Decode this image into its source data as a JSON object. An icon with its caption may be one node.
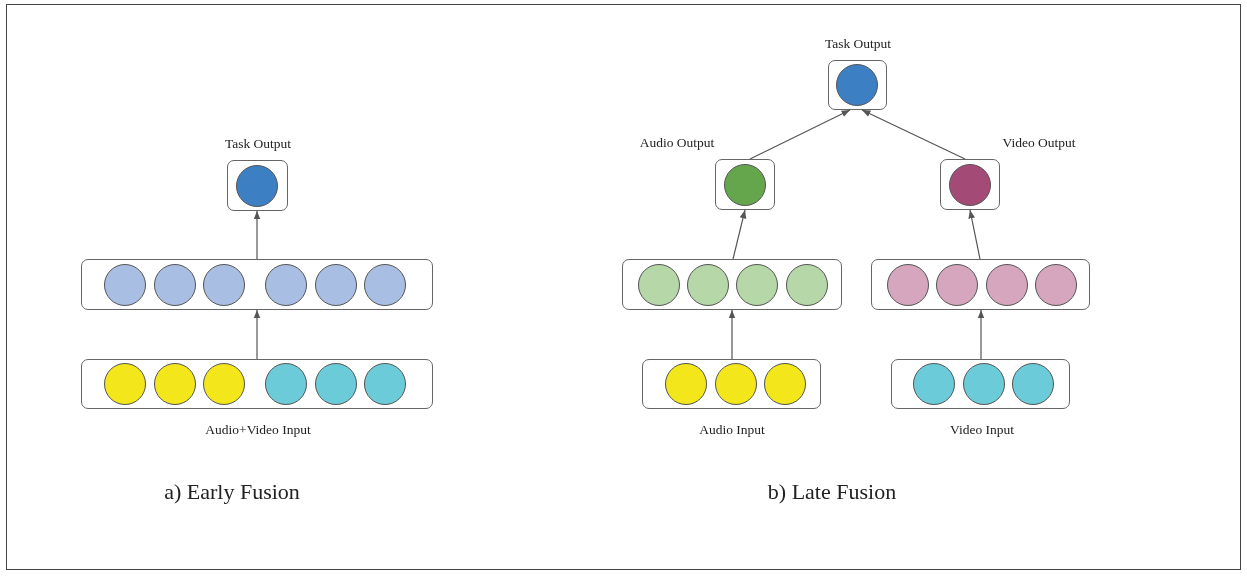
{
  "diagram": {
    "nodes": [
      {
        "text": [
          "Task Output"
        ]
      },
      {
        "text": [],
        "shape": "circle",
        "in": 0
      },
      {
        "text": [],
        "shape": "box"
      },
      {
        "text": [],
        "shape": "circle",
        "in": 2
      },
      {
        "text": [],
        "shape": "circle",
        "in": 2
      },
      {
        "text": [],
        "shape": "circle",
        "in": 2
      },
      {
        "text": [],
        "shape": "circle",
        "in": 2
      },
      {
        "text": [],
        "shape": "circle",
        "in": 2
      },
      {
        "text": [],
        "shape": "circle",
        "in": 2
      },
      {
        "text": [
          "Audio+Video Input"
        ]
      },
      {
        "text": [],
        "shape": "circle",
        "in": 9
      },
      {
        "text": [],
        "shape": "circle",
        "in": 9
      },
      {
        "text": [],
        "shape": "circle",
        "in": 9
      },
      {
        "text": [],
        "shape": "circle",
        "in": 9
      },
      {
        "text": [],
        "shape": "circle",
        "in": 9
      },
      {
        "text": [],
        "shape": "circle",
        "in": 9
      },
      {
        "text": [
          "Task Output"
        ]
      },
      {
        "text": [],
        "shape": "circle",
        "in": 16
      },
      {
        "text": [
          "Audio Output"
        ]
      },
      {
        "text": [],
        "shape": "circle",
        "in": 18
      },
      {
        "text": [
          "Video Output"
        ]
      },
      {
        "text": [],
        "shape": "circle",
        "in": 20
      },
      {
        "text": [],
        "shape": "box"
      },
      {
        "text": [],
        "shape": "circle",
        "in": 22
      },
      {
        "text": [],
        "shape": "circle",
        "in": 22
      },
      {
        "text": [],
        "shape": "circle",
        "in": 22
      },
      {
        "text": [],
        "shape": "circle",
        "in": 22
      },
      {
        "text": [],
        "shape": "box"
      },
      {
        "text": [],
        "shape": "circle",
        "in": 27
      },
      {
        "text": [],
        "shape": "circle",
        "in": 27
      },
      {
        "text": [],
        "shape": "circle",
        "in": 27
      },
      {
        "text": [],
        "shape": "circle",
        "in": 27
      },
      {
        "text": [
          "Audio Input"
        ]
      },
      {
        "text": [],
        "shape": "circle",
        "in": 32
      },
      {
        "text": [],
        "shape": "circle",
        "in": 32
      },
      {
        "text": [],
        "shape": "circle",
        "in": 32
      },
      {
        "text": [
          "Video Input"
        ]
      },
      {
        "text": [],
        "shape": "circle",
        "in": 36
      },
      {
        "text": [],
        "shape": "circle",
        "in": 36
      },
      {
        "text": [],
        "shape": "circle",
        "in": 36
      }
    ],
    "edges": [
      {
        "from": 2,
        "to": 0,
        "arrow": "to"
      },
      {
        "from": 9,
        "to": 2,
        "arrow": "to"
      },
      {
        "from": 18,
        "to": 16,
        "arrow": "to"
      },
      {
        "from": 20,
        "to": 16,
        "arrow": "to"
      },
      {
        "from": 22,
        "to": 18,
        "arrow": "to"
      },
      {
        "from": 27,
        "to": 20,
        "arrow": "to"
      },
      {
        "from": 32,
        "to": 22,
        "arrow": "to"
      },
      {
        "from": 36,
        "to": 27,
        "arrow": "to"
      }
    ],
    "labels": [
      "a) Early Fusion",
      "b) Late Fusion"
    ]
  }
}
